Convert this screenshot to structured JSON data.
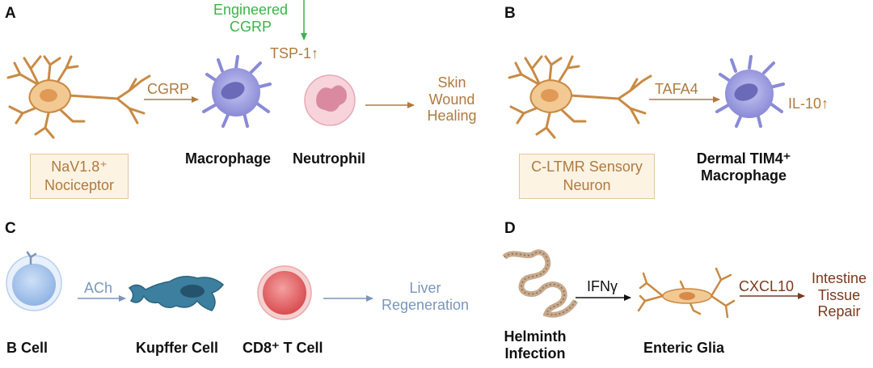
{
  "panels": {
    "a": {
      "letter": "A",
      "engineered": "Engineered CGRP",
      "tsp": "TSP-1↑",
      "cgrp": "CGRP",
      "outcome": "Skin Wound Healing",
      "nociceptor": "NaV1.8⁺ Nociceptor",
      "macrophage": "Macrophage",
      "neutrophil": "Neutrophil"
    },
    "b": {
      "letter": "B",
      "tafa4": "TAFA4",
      "il10": "IL-10↑",
      "neuron": "C-LTMR Sensory Neuron",
      "macrophage": "Dermal TIM4⁺ Macrophage"
    },
    "c": {
      "letter": "C",
      "ach": "ACh",
      "outcome": "Liver Regeneration",
      "bcell": "B Cell",
      "kupffer": "Kupffer Cell",
      "tcell": "CD8⁺ T Cell"
    },
    "d": {
      "letter": "D",
      "ifn": "IFNγ",
      "cxcl": "CXCL10",
      "outcome": "Intestine Tissue Repair",
      "helminth": "Helminth Infection",
      "glia": "Enteric Glia"
    }
  },
  "colors": {
    "neuron": "#f3c993",
    "neuron_stroke": "#c98a44",
    "macrophage": "#9b9be0",
    "neutrophil": "#f4c6cf",
    "bcell": "#9fc0ea",
    "kupffer": "#3d7f9f",
    "tcell": "#e9686a",
    "helminth": "#c7aa8d"
  }
}
